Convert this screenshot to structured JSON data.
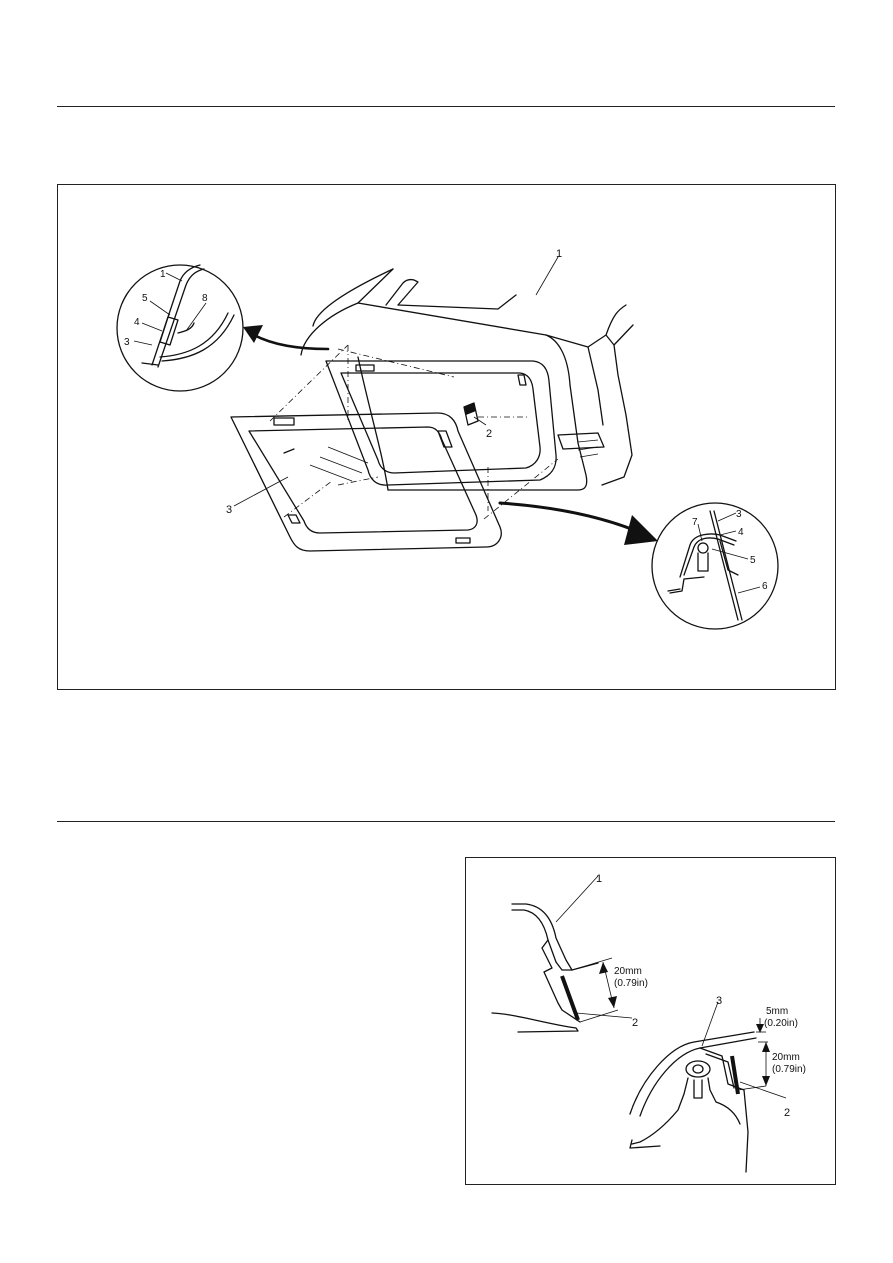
{
  "figure1": {
    "callouts": {
      "body_panel": "1",
      "retainer_clip": "2",
      "window_glass": "3",
      "d1_1": "1",
      "d1_3": "3",
      "d1_4": "4",
      "d1_5": "5",
      "d1_8": "8",
      "d2_3": "3",
      "d2_4": "4",
      "d2_5": "5",
      "d2_6": "6",
      "d2_7": "7"
    }
  },
  "figure2": {
    "callouts": {
      "upper_1": "1",
      "upper_2": "2",
      "lower_3": "3",
      "lower_2": "2"
    },
    "dimensions": {
      "upper_mm": "20mm",
      "upper_in": "(0.79in)",
      "lower_gap_mm": "5mm",
      "lower_gap_in": "(0.20in)",
      "lower_mm": "20mm",
      "lower_in": "(0.79in)"
    }
  }
}
